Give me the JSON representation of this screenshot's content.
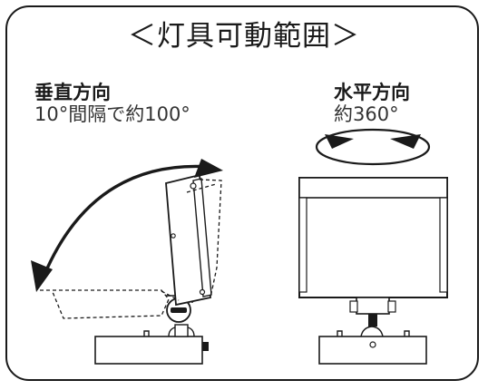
{
  "title": "＜灯具可動範囲＞",
  "vertical": {
    "heading": "垂直方向",
    "detail": "10°間隔で約100°"
  },
  "horizontal": {
    "heading": "水平方向",
    "detail": "約360°"
  },
  "colors": {
    "line": "#1a1a1a",
    "background": "#ffffff"
  }
}
